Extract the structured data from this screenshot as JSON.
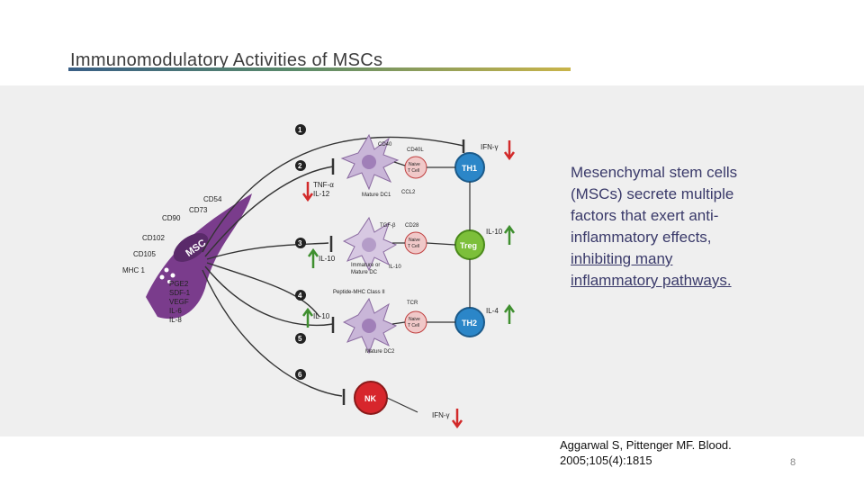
{
  "slide": {
    "title": "Immunomodulatory Activities of MSCs",
    "description": {
      "lines": [
        "Mesenchymal stem cells",
        "(MSCs) secrete multiple",
        "factors that exert anti-",
        "inflammatory effects,",
        "inhibiting many",
        "inflammatory pathways."
      ]
    },
    "citation": {
      "line1": "Aggarwal S, Pittenger MF. Blood.",
      "line2": "2005;105(4):1815"
    },
    "page_number": "8"
  },
  "diagram": {
    "msc_label": "MSC",
    "surface_markers": [
      "CD54",
      "CD73",
      "CD90",
      "CD102",
      "CD105",
      "MHC 1"
    ],
    "secreted_factors": [
      "PGE2",
      "SDF-1",
      "VEGF",
      "IL-6",
      "IL-8"
    ],
    "pathway_numbers": [
      "1",
      "2",
      "3",
      "4",
      "5",
      "6"
    ],
    "dc1": {
      "label": "Mature DC1",
      "markers": [
        "CD40",
        "CD40L",
        "CCL2"
      ]
    },
    "dc_immature": {
      "label_line1": "Immature or",
      "label_line2": "Mature DC",
      "markers": [
        "TGF-β",
        "CD28",
        "IL-10"
      ]
    },
    "dc2": {
      "label": "Mature DC2",
      "markers": [
        "Peptide-MHC Class II",
        "TCR"
      ]
    },
    "naive_tcell": {
      "line1": "Naive",
      "line2": "T Cell"
    },
    "th1": "TH1",
    "treg": "Treg",
    "th2": "TH2",
    "nk": "NK",
    "cytokines": {
      "ifn_top": "IFN-γ",
      "tnf": "TNF-α",
      "il12": "IL-12",
      "il10_treg": "IL-10",
      "il10_dc": "IL-10",
      "il10_dc2": "IL-10",
      "il4": "IL-4",
      "ifn_nk": "IFN-γ"
    },
    "colors": {
      "msc_purple": "#7a3c8c",
      "th_blue": "#2b86c8",
      "treg_green": "#7cbf3a",
      "nk_red": "#d7262c",
      "arrow_up_green": "#3f8f2f",
      "arrow_down_red": "#d22a2a"
    }
  }
}
